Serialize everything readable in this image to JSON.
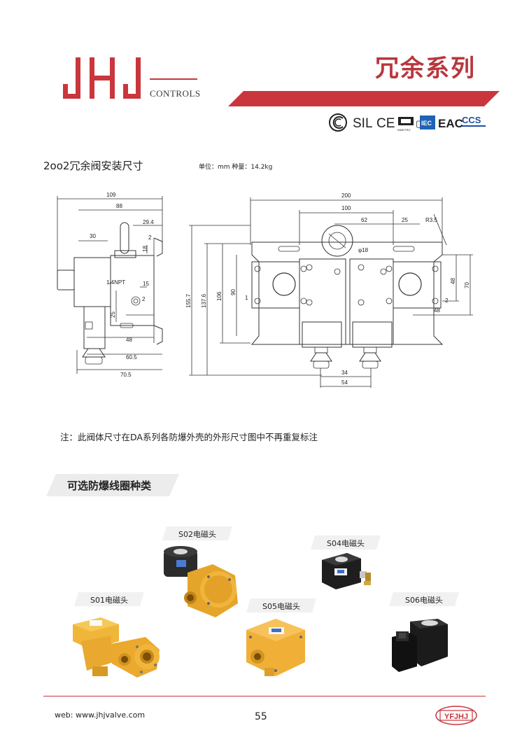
{
  "header": {
    "brand": "JHJ",
    "brand_sub": "CONTROLS",
    "series_title": "冗余系列",
    "accent_color": "#c9363c",
    "certs": {
      "sil": "SIL",
      "ce": "CE",
      "inmetro": "INMETRO",
      "iec": "IEC",
      "eac": "EAC",
      "ccs": "CCS"
    }
  },
  "section1": {
    "title": "2oo2冗余阀安装尺寸",
    "units": "单位：mm   种量：14.2kg"
  },
  "drawing": {
    "left_view": {
      "dims": [
        "109",
        "88",
        "29.4",
        "30",
        "2",
        "18",
        "1/4NPT",
        "15",
        "2",
        "25",
        "48",
        "60.5",
        "70.5"
      ]
    },
    "right_view": {
      "dims": [
        "200",
        "100",
        "62",
        "25",
        "R3.5",
        "φ18",
        "155.7",
        "137.6",
        "106",
        "90",
        "1",
        "48",
        "70",
        "2",
        "48",
        "34",
        "54"
      ]
    }
  },
  "note": "注：此阀体尺寸在DA系列各防爆外壳的外形尺寸图中不再重复标注",
  "section2": {
    "title": "可选防爆线圈种类"
  },
  "coils": [
    {
      "id": "s01",
      "label": "S01电磁头",
      "color": "yellow"
    },
    {
      "id": "s02",
      "label": "S02电磁头",
      "color": "yellow"
    },
    {
      "id": "s04",
      "label": "S04电磁头",
      "color": "black"
    },
    {
      "id": "s05",
      "label": "S05电磁头",
      "color": "yellow"
    },
    {
      "id": "s06",
      "label": "S06电磁头",
      "color": "black"
    }
  ],
  "footer": {
    "web": "web:  www.jhjvalve.com",
    "page": "55",
    "mark": "YFJHJ"
  }
}
